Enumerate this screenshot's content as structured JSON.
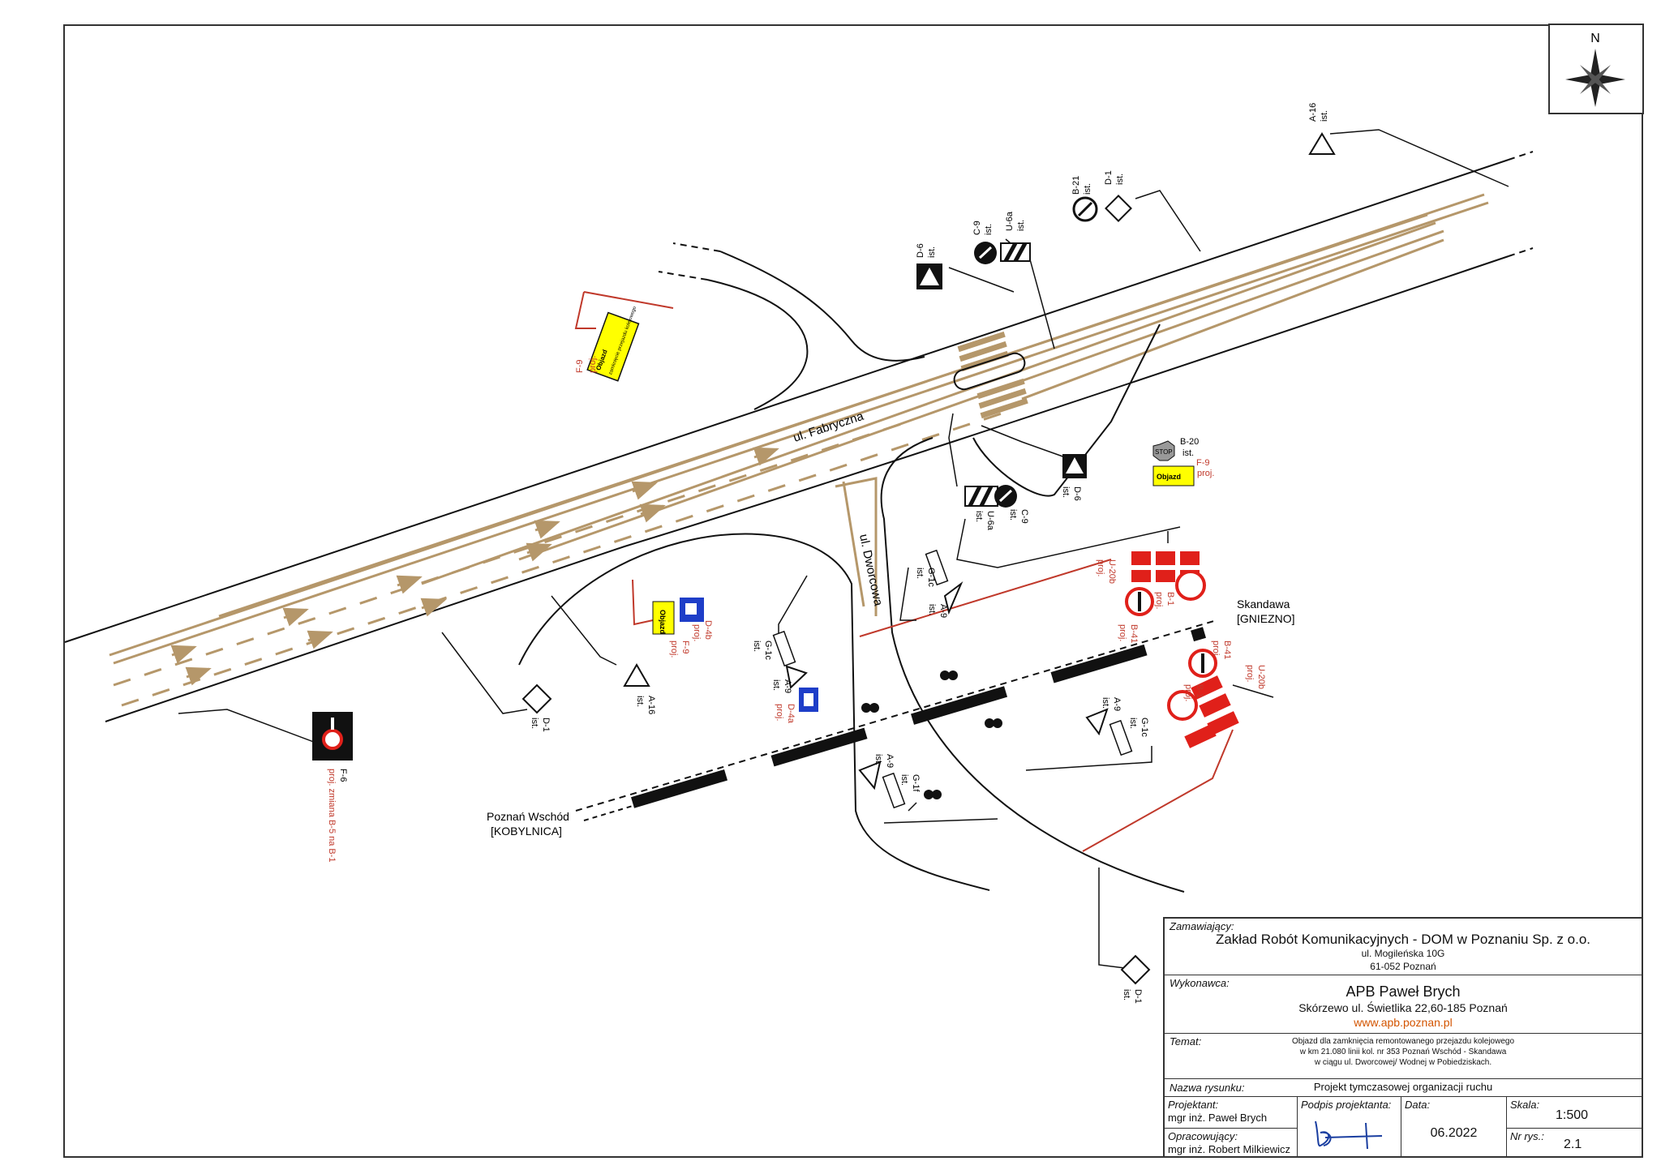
{
  "compass": {
    "north_label": "N"
  },
  "streets": {
    "fabryczna": "ul. Fabryczna",
    "dworcowa": "ul. Dworcowa"
  },
  "stations": {
    "east": "Skandawa",
    "east_sub": "[GNIEZNO]",
    "west": "Poznań Wschód",
    "west_sub": "[KOBYLNICA]"
  },
  "signs": {
    "a16_top": {
      "code": "A-16",
      "status": "ist."
    },
    "b21": {
      "code": "B-21",
      "status": "ist."
    },
    "d1_top": {
      "code": "D-1",
      "status": "ist."
    },
    "c9_top": {
      "code": "C-9",
      "status": "ist."
    },
    "u6a_top": {
      "code": "U-6a",
      "status": "ist."
    },
    "d6_top": {
      "code": "D-6",
      "status": "ist."
    },
    "f9_left": {
      "code": "F-9",
      "status": "proj.",
      "text1": "Objazd",
      "text2": "zamknięcie przejazdu kolejowego"
    },
    "b20": {
      "code": "B-20",
      "status": "ist.",
      "face": "STOP"
    },
    "f9_right": {
      "code": "F-9",
      "status": "proj.",
      "text": "Objazd"
    },
    "d6_mid": {
      "code": "D-6",
      "status": "ist."
    },
    "c9_mid": {
      "code": "C-9",
      "status": "ist."
    },
    "u6a_mid": {
      "code": "U-6a",
      "status": "ist."
    },
    "u20b_top": {
      "code": "U-20b",
      "status": "proj."
    },
    "b41_top": {
      "code": "B-41",
      "status": "proj."
    },
    "b1_top": {
      "code": "B-1",
      "status": "proj."
    },
    "g1c_top": {
      "code": "G-1c",
      "status": "ist."
    },
    "a9_top": {
      "code": "A-9",
      "status": "ist."
    },
    "d4b": {
      "code": "D-4b",
      "status": "proj."
    },
    "f9_small": {
      "code": "F-9",
      "status": "proj.",
      "text": "Objazd"
    },
    "a16_mid": {
      "code": "A-16",
      "status": "ist."
    },
    "g1c_left": {
      "code": "G-1c",
      "status": "ist."
    },
    "a9_left": {
      "code": "A-9",
      "status": "ist."
    },
    "d4a": {
      "code": "D-4a",
      "status": "proj."
    },
    "d1_mid": {
      "code": "D-1",
      "status": "ist."
    },
    "f6": {
      "code": "F-6",
      "status": "proj. zmiana B-5 na B-1"
    },
    "b41_bot": {
      "code": "B-41",
      "status": "proj."
    },
    "u20b_bot": {
      "code": "U-20b",
      "status": "proj."
    },
    "b1_bot": {
      "code": "B-1",
      "status": "proj."
    },
    "a9_right": {
      "code": "A-9",
      "status": "ist."
    },
    "g1c_right": {
      "code": "G-1c",
      "status": "ist."
    },
    "a9_bot": {
      "code": "A-9",
      "status": "ist."
    },
    "g1f_bot": {
      "code": "G-1f",
      "status": "ist."
    },
    "d1_bot": {
      "code": "D-1",
      "status": "ist."
    }
  },
  "title_block": {
    "client_caption": "Zamawiający:",
    "client_name": "Zakład Robót Komunikacyjnych - DOM w Poznaniu Sp. z o.o.",
    "client_street": "ul. Mogileńska 10G",
    "client_city": "61-052 Poznań",
    "contractor_caption": "Wykonawca:",
    "contractor_name": "APB Paweł Brych",
    "contractor_address": "Skórzewo ul. Świetlika 22,60-185 Poznań",
    "contractor_web": "www.apb.poznan.pl",
    "topic_caption": "Temat:",
    "topic_line1": "Objazd dla zamknięcia remontowanego przejazdu kolejowego",
    "topic_line2": "w km 21.080 linii kol. nr 353 Poznań Wschód - Skandawa",
    "topic_line3": "w ciągu ul. Dworcowej/ Wodnej w Pobiedziskach.",
    "drawing_caption": "Nazwa rysunku:",
    "drawing_name": "Projekt tymczasowej organizacji ruchu",
    "designer_caption": "Projektant:",
    "designer_name": "mgr inż. Paweł Brych",
    "prepared_caption": "Opracowujący:",
    "prepared_name": "mgr inż. Robert Milkiewicz",
    "signature_caption": "Podpis projektanta:",
    "date_caption": "Data:",
    "date_value": "06.2022",
    "scale_caption": "Skala:",
    "scale_value": "1:500",
    "sheet_caption": "Nr rys.:",
    "sheet_value": "2.1"
  },
  "colors": {
    "road_marking": "#b5976a",
    "project_red": "#c0392b",
    "sign_yellow": "#ffff00",
    "sign_blue": "#1e3ec8"
  }
}
